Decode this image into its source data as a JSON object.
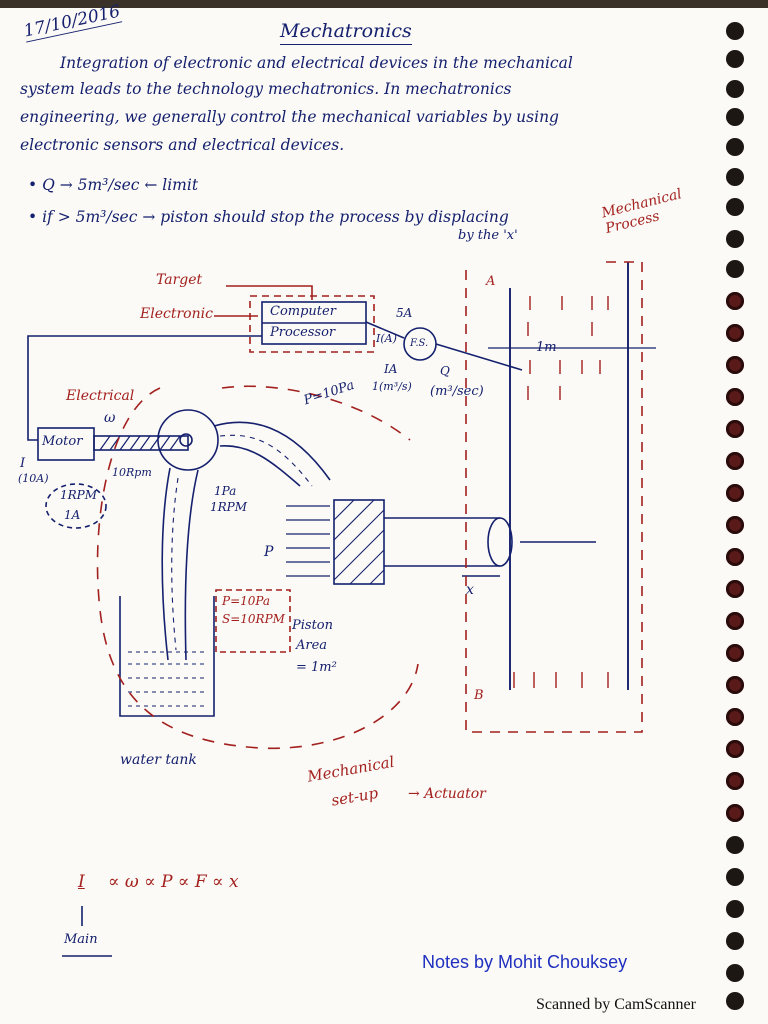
{
  "header": {
    "date": "17/10/2016",
    "title": "Mechatronics"
  },
  "intro": {
    "line1": "Integration of electronic and electrical devices in the mechanical",
    "line2": "system leads to the technology mechatronics. In mechatronics",
    "line3": "engineering, we generally control the mechanical variables by using",
    "line4": "electronic sensors and electrical devices."
  },
  "bullets": {
    "b1": "• Q → 5m³/sec ← limit",
    "b2": "• if > 5m³/sec → piston should stop the process by displacing",
    "b2_cont": "by the 'x'",
    "mechanical_process": "Mechanical\nProcess"
  },
  "diagram": {
    "target": "Target",
    "electronic": "Electronic",
    "computer": "Computer",
    "processor": "Processor",
    "sa": "5A",
    "ia": "I(A)",
    "fs": "F.S.",
    "ia_small": "IA",
    "m3s_frac": "1(m³/s)",
    "q": "Q",
    "q_units": "(m³/sec)",
    "electrical": "Electrical",
    "motor": "Motor",
    "omega": "ω",
    "i": "I",
    "i_10a": "(10A)",
    "rpm_10": "10Rpm",
    "irpm": "1RPM",
    "ia_motor": "1A",
    "p10pa": "P=10Pa",
    "pa_1": "1Pa",
    "rpm_1": "1RPM",
    "p": "P",
    "box_p": "P=10Pa",
    "box_s": "S=10RPM",
    "piston": "Piston",
    "area": "Area",
    "area_val": "= 1m²",
    "water_tank": "water tank",
    "a": "A",
    "b": "B",
    "one_m": "1m",
    "x": "x",
    "mech_setup1": "Mechanical",
    "mech_setup2": "set-up",
    "actuator": "→  Actuator"
  },
  "relation": {
    "i": "I",
    "rest": "∝ ω ∝ P ∝ F ∝ x",
    "main": "Main"
  },
  "footer": {
    "credit": "Notes by Mohit Chouksey",
    "scanner": "Scanned by CamScanner"
  },
  "colors": {
    "ink_blue": "#15206e",
    "ink_red": "#a3201e",
    "credit_blue": "#1f2fbf"
  }
}
